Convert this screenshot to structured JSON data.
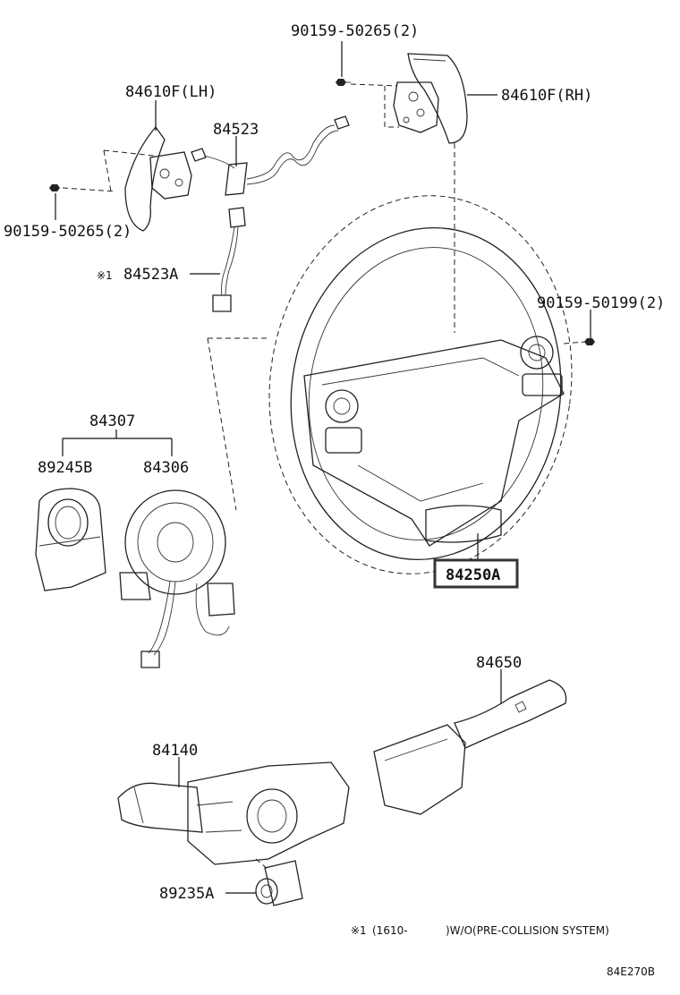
{
  "parts": {
    "bolt_rh_top": "90159-50265(2)",
    "paddle_rh": "84610F(RH)",
    "paddle_lh": "84610F(LH)",
    "harness": "84523",
    "bolt_lh": "90159-50265(2)",
    "harness_alt": "84523A",
    "harness_alt_mark": "※1",
    "bolt_wheel": "90159-50199(2)",
    "spiral_assy": "84307",
    "spiral_sensor": "89245B",
    "spiral_cable": "84306",
    "steering_wheel": "84250A",
    "wiper_switch": "84650",
    "turn_switch": "84140",
    "sensor_bottom": "89235A"
  },
  "footnote": {
    "mark": "※1",
    "text_left": "(1610-",
    "text_right": ")W/O(PRE-COLLISION SYSTEM)"
  },
  "diagram_code": "84E270B",
  "colors": {
    "highlight_border": "#333333",
    "line": "#222222"
  }
}
